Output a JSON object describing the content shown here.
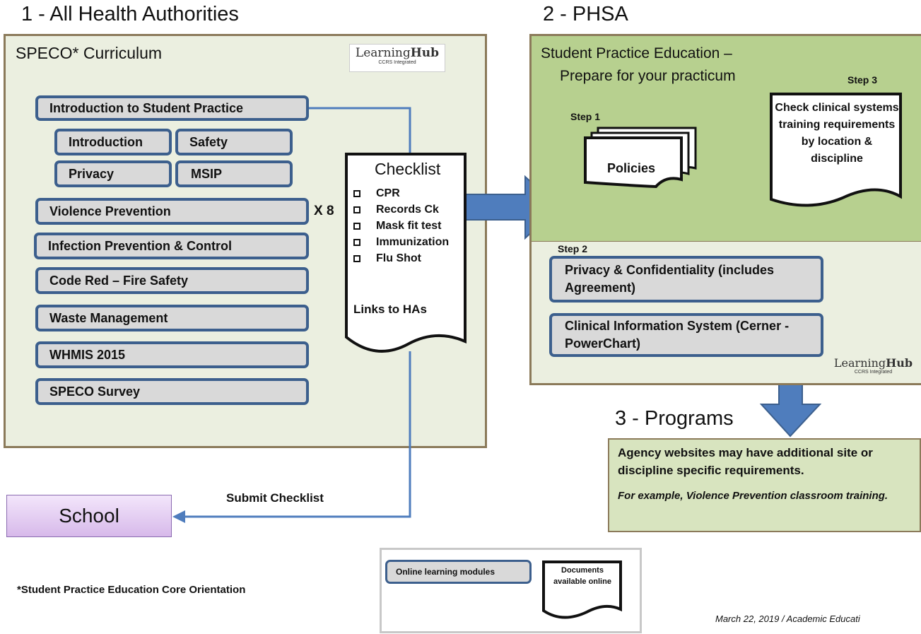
{
  "section1": {
    "heading": "1 - All Health Authorities",
    "panel_title": "SPECO* Curriculum",
    "modules": {
      "intro_student_practice": "Introduction to Student Practice",
      "introduction": "Introduction",
      "safety": "Safety",
      "privacy": "Privacy",
      "msip": "MSIP",
      "violence_prevention": "Violence Prevention",
      "infection_prevention": "Infection Prevention & Control",
      "code_red": "Code Red – Fire Safety",
      "waste_management": "Waste Management",
      "whmis": "WHMIS 2015",
      "speco_survey": "SPECO Survey"
    },
    "multiplier": "X 8",
    "checklist": {
      "title": "Checklist",
      "items": [
        "CPR",
        "Records Ck",
        "Mask fit test",
        "Immunization",
        "Flu Shot"
      ],
      "links": "Links to HAs"
    }
  },
  "section2": {
    "heading": "2 - PHSA",
    "title_line1": "Student Practice Education –",
    "title_line2": "Prepare for your practicum",
    "step1": "Step 1",
    "policies": "Policies",
    "step3": "Step 3",
    "step3_doc": "Check clinical systems training requirements by location & discipline",
    "step2": "Step 2",
    "privacy_module": "Privacy & Confidentiality (includes Agreement)",
    "cis_module": "Clinical Information System (Cerner - PowerChart)"
  },
  "section3": {
    "heading": "3 - Programs",
    "text1": "Agency websites may have additional site or discipline specific requirements.",
    "text2": "For example,  Violence Prevention classroom training."
  },
  "logo": {
    "main": "Learning",
    "bold": "Hub",
    "sub1": "CCRS Integrated",
    "sub2": "CCRS Integrated"
  },
  "flow": {
    "submit_checklist": "Submit Checklist",
    "school": "School"
  },
  "legend": {
    "module": "Online learning modules",
    "document": "Documents available online"
  },
  "footnote": "*Student Practice Education Core Orientation",
  "footer_date": "March 22, 2019 / Academic Educati",
  "colors": {
    "module_border": "#3c5f8d",
    "module_fill": "#d9d9d9",
    "arrow": "#4f7dbd",
    "panel_light": "#ebefe0",
    "panel_green": "#b7d08f"
  }
}
